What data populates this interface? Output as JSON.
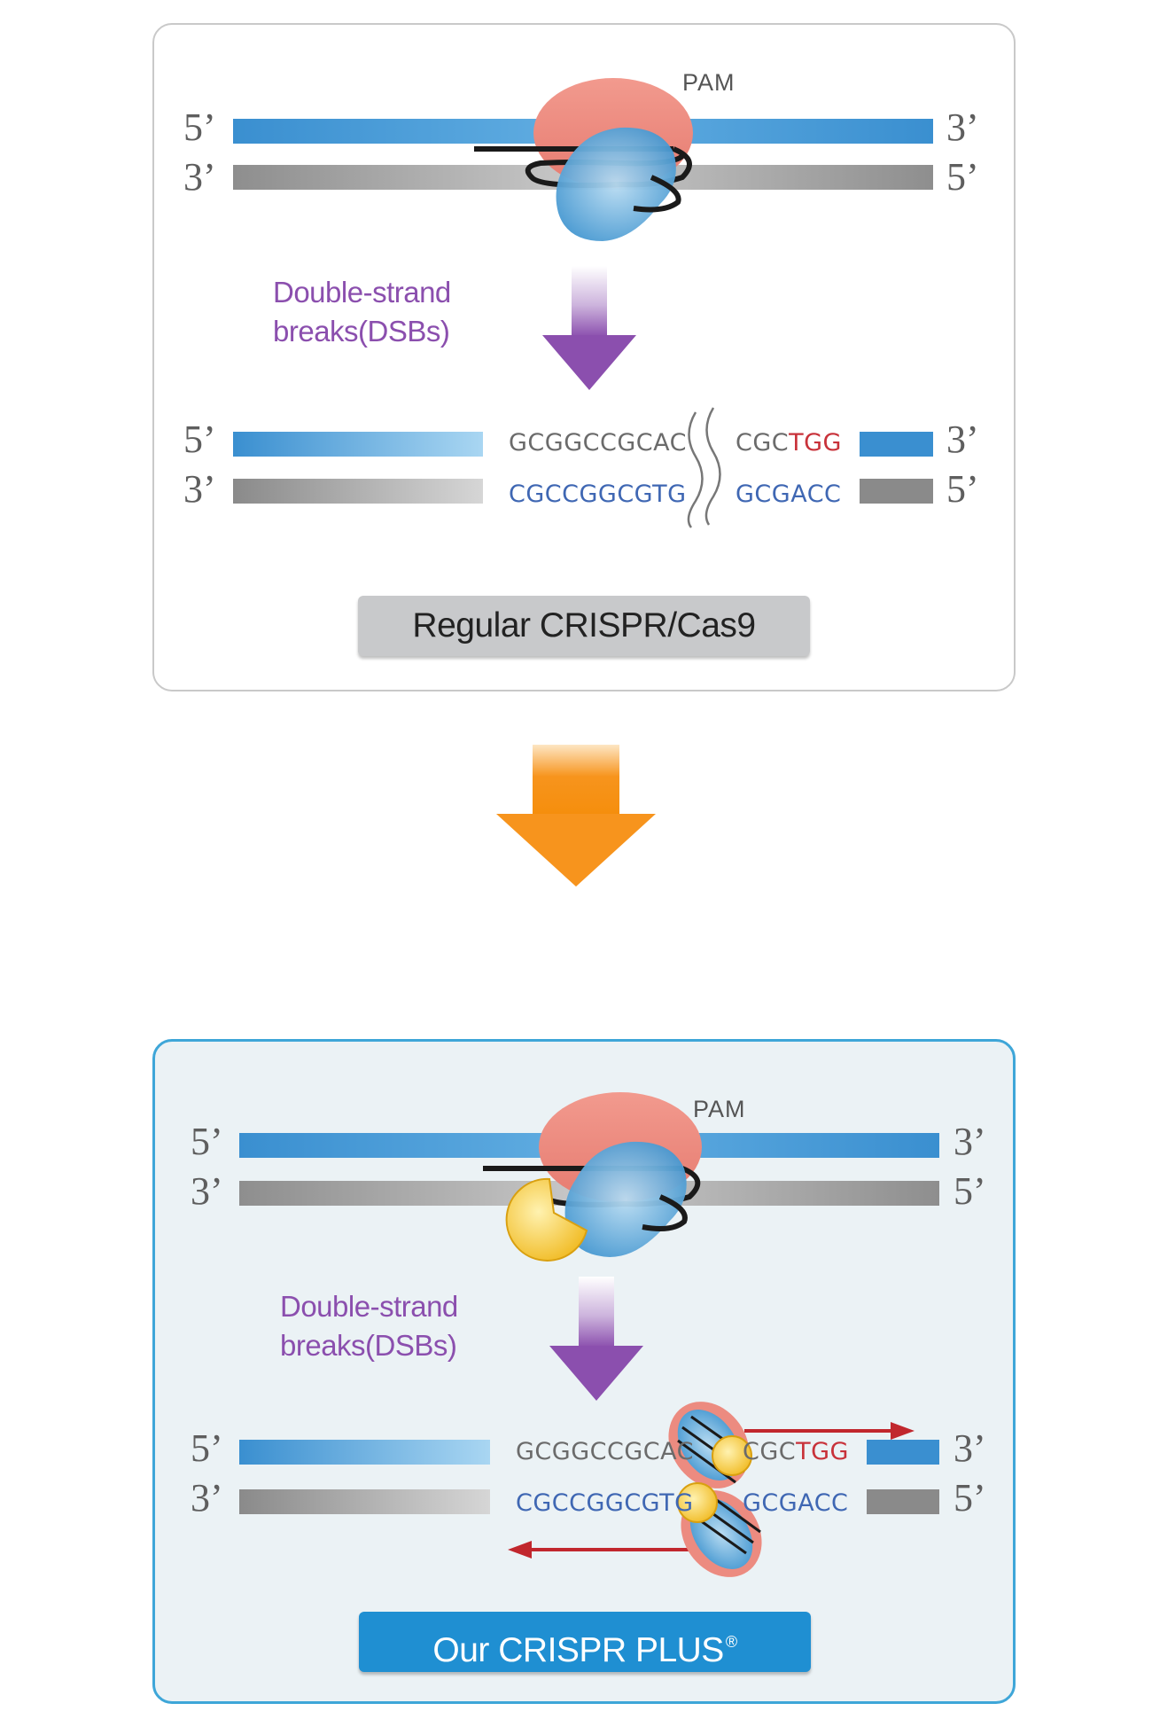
{
  "top_panel": {
    "pam_label": "PAM",
    "strand_labels": {
      "top_left": "5’",
      "bottom_left": "3’",
      "top_right": "3’",
      "bottom_right": "5’"
    },
    "cut_strand_labels": {
      "top_left": "5’",
      "bottom_left": "3’",
      "top_right": "3’",
      "bottom_right": "5’"
    },
    "dsb_line1": "Double-strand",
    "dsb_line2": "breaks(DSBs)",
    "seq_top_left": "GCGGCCGCAC",
    "seq_bottom_left": "CGCCGGCGTG",
    "seq_top_right_prefix": "CGC",
    "seq_top_right_pam": "TGG",
    "seq_bottom_right": "GCGACC",
    "badge": "Regular CRISPR/Cas9"
  },
  "bottom_panel": {
    "pam_label": "PAM",
    "strand_labels": {
      "top_left": "5’",
      "bottom_left": "3’",
      "top_right": "3’",
      "bottom_right": "5’"
    },
    "cut_strand_labels": {
      "top_left": "5’",
      "bottom_left": "3’",
      "top_right": "3’",
      "bottom_right": "5’"
    },
    "dsb_line1": "Double-strand",
    "dsb_line2": "breaks(DSBs)",
    "seq_top_left": "GCGGCCGCAC",
    "seq_bottom_left": "CGCCGGCGTG",
    "seq_top_right_prefix": "CGC",
    "seq_top_right_pam": "TGG",
    "seq_bottom_right": "GCGACC",
    "badge": "Our CRISPR PLUS",
    "badge_mark": "®"
  },
  "colors": {
    "arrow_between": "#f7941d",
    "dsb_arrow": "#8b4fae",
    "strand_top": "#3a95d4",
    "strand_bottom": "#8c8c8c",
    "cas9_body": "#ec8b80",
    "guide_domain": "#5aa9d9",
    "exonuclease": "#f2c228",
    "extension_arrow": "#c1272d"
  }
}
